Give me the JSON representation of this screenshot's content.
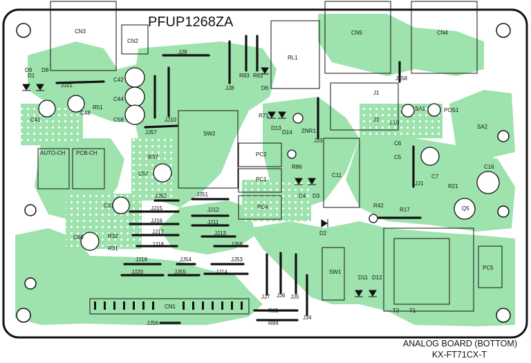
{
  "board_code": "PFUP1268ZA",
  "caption": {
    "line1": "ANALOG BOARD (BOTTOM)",
    "line2": "KX-FT71CX-T"
  },
  "colors": {
    "copper": "#9ee2ad",
    "outline": "#111111",
    "jumper": "#111111",
    "background": "#ffffff"
  },
  "boxes": {
    "auto_ch": "AUTO-CH",
    "pcb_ch": "PCB-CH"
  },
  "connectors": {
    "cn1": "CN1",
    "cn2": "CN2",
    "cn3": "CN3",
    "cn4": "CN4",
    "cn5": "CN5"
  },
  "parts": {
    "rl1": "RL1",
    "sw1": "SW1",
    "sw2": "SW2",
    "j1": "J1",
    "j2": "J2",
    "l10": "L10",
    "sa1": "SA1",
    "sa2": "SA2",
    "pos1": "POS1",
    "t1": "T1",
    "t2": "T2",
    "pc1": "PC1",
    "pc2": "PC2",
    "pc4": "PC4",
    "pc5": "PC5",
    "q5": "Q5",
    "c5": "C5",
    "c6": "C6",
    "c7": "C7",
    "c11": "C11",
    "c16": "C16",
    "c31": "C31",
    "c41": "C41",
    "c42": "C42",
    "c44": "C44",
    "c48": "C48",
    "c57": "C57",
    "c58": "C58",
    "c60": "C60",
    "r17": "R17",
    "r21": "R21",
    "r31": "R31",
    "r32": "R32",
    "r37": "R37",
    "r42": "R42",
    "r51": "R51",
    "r71": "R71",
    "r82": "R82",
    "r83": "R83",
    "r84": "R84",
    "r85": "R85",
    "r86": "R86",
    "zr1": "ZNR1",
    "d1": "D1",
    "d2": "D2",
    "d3": "D3",
    "d4": "D4",
    "d6": "D6",
    "d8": "D8",
    "d9": "D9",
    "d11": "D11",
    "d12": "D12",
    "d13": "D13",
    "d14": "D14",
    "jj1": "JJ1",
    "jj3": "JJ3",
    "jj4": "JJ4",
    "jj5": "JJ5",
    "jj6": "JJ6",
    "jj7": "JJ7",
    "jj8": "JJ8",
    "jj9": "JJ9",
    "jj10": "JJ10",
    "jj11": "JJ11",
    "jj12": "JJ12",
    "jj13": "JJ13",
    "jj14": "JJ14",
    "jj15": "JJ15",
    "jj16": "JJ16",
    "jj17": "JJ17",
    "jj18": "JJ18",
    "jj19": "JJ19",
    "jj20": "JJ20",
    "jj21": "JJ21",
    "jj51": "JJ51",
    "jj52": "JJ52",
    "jj53": "JJ53",
    "jj54": "JJ54",
    "jj55": "JJ55",
    "jj56": "JJ56",
    "jj57": "JJ57",
    "jj58": "JJ58",
    "jj59": "JJ59"
  }
}
